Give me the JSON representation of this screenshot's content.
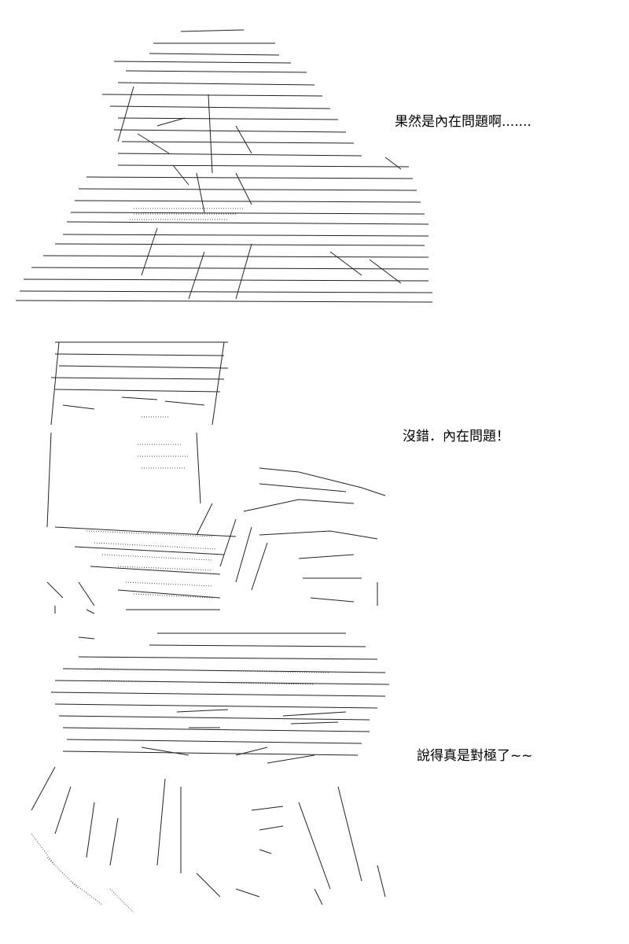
{
  "panels": [
    {
      "caption": "果然是內在問題啊......."
    },
    {
      "caption": "沒錯．內在問題！"
    },
    {
      "caption": "說得真是對極了~~"
    }
  ]
}
